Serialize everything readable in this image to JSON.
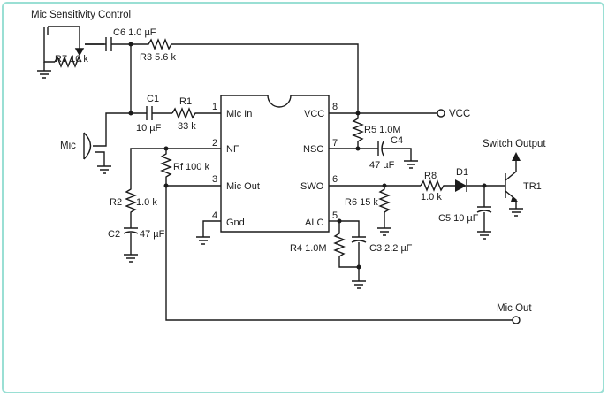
{
  "title": "Mic Sensitivity Control",
  "components": {
    "r7": "R7 10 k",
    "c6": "C6 1.0 µF",
    "r3": "R3 5.6 k",
    "c1": "C1",
    "c1_value": "10 µF",
    "r1": "R1",
    "r1_value": "33 k",
    "mic": "Mic",
    "rf": "Rf 100 k",
    "r2": "R2",
    "r2_value": "1.0 k",
    "c2": "C2",
    "c2_value": "47 µF",
    "r5": "R5 1.0M",
    "c4": "C4",
    "c4_value": "47 µF",
    "r6": "R6 15 k",
    "r4": "R4 1.0M",
    "c3": "C3 2.2 µF",
    "r8": "R8",
    "r8_value": "1.0 k",
    "d1": "D1",
    "c5": "C5 10 µF",
    "tr1": "TR1"
  },
  "ic": {
    "pins": [
      {
        "num": "1",
        "name": "Mic In"
      },
      {
        "num": "2",
        "name": "NF"
      },
      {
        "num": "3",
        "name": "Mic Out"
      },
      {
        "num": "4",
        "name": "Gnd"
      },
      {
        "num": "5",
        "name": "ALC"
      },
      {
        "num": "6",
        "name": "SWO"
      },
      {
        "num": "7",
        "name": "NSC"
      },
      {
        "num": "8",
        "name": "VCC"
      }
    ]
  },
  "terminals": {
    "vcc": "VCC",
    "switch_output": "Switch Output",
    "mic_out": "Mic Out"
  },
  "colors": {
    "ink": "#1a1a1a",
    "frame": "#9adfd4"
  }
}
